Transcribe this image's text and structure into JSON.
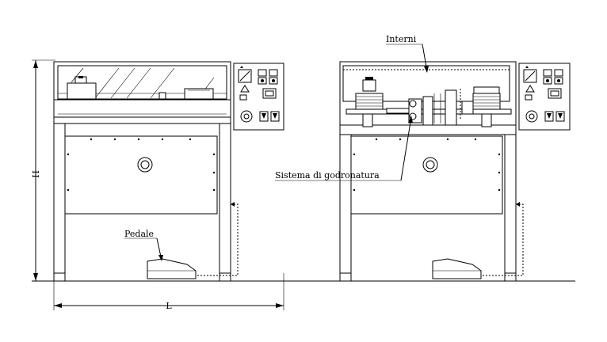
{
  "labels": {
    "interni": "Interni",
    "sistema": "Sistema di godronatura",
    "pedale": "Pedale",
    "dim_h": "H",
    "dim_l": "L"
  },
  "colors": {
    "line": "#000000",
    "background": "#ffffff"
  },
  "icons": [
    "control-panel-icon",
    "foot-pedal-icon",
    "cooling-fan-icon",
    "knurling-unit-icon"
  ]
}
